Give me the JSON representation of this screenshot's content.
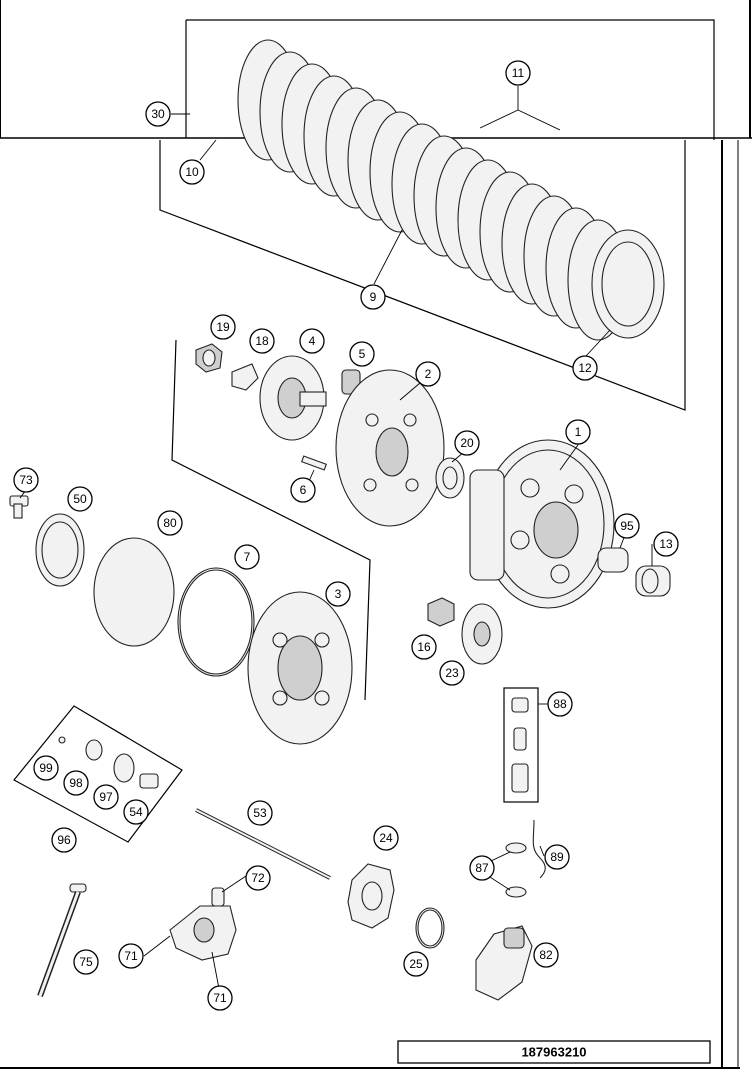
{
  "diagram": {
    "drawing_number": "187963210",
    "callouts": [
      {
        "id": "c30",
        "label": "30"
      },
      {
        "id": "c10",
        "label": "10"
      },
      {
        "id": "c11",
        "label": "11"
      },
      {
        "id": "c9",
        "label": "9"
      },
      {
        "id": "c12",
        "label": "12"
      },
      {
        "id": "c19",
        "label": "19"
      },
      {
        "id": "c18",
        "label": "18"
      },
      {
        "id": "c4",
        "label": "4"
      },
      {
        "id": "c5",
        "label": "5"
      },
      {
        "id": "c2",
        "label": "2"
      },
      {
        "id": "c20",
        "label": "20"
      },
      {
        "id": "c1",
        "label": "1"
      },
      {
        "id": "c6",
        "label": "6"
      },
      {
        "id": "c73",
        "label": "73"
      },
      {
        "id": "c50",
        "label": "50"
      },
      {
        "id": "c80",
        "label": "80"
      },
      {
        "id": "c7",
        "label": "7"
      },
      {
        "id": "c3",
        "label": "3"
      },
      {
        "id": "c95",
        "label": "95"
      },
      {
        "id": "c13",
        "label": "13"
      },
      {
        "id": "c16",
        "label": "16"
      },
      {
        "id": "c23",
        "label": "23"
      },
      {
        "id": "c88",
        "label": "88"
      },
      {
        "id": "c99",
        "label": "99"
      },
      {
        "id": "c98",
        "label": "98"
      },
      {
        "id": "c97",
        "label": "97"
      },
      {
        "id": "c54",
        "label": "54"
      },
      {
        "id": "c96",
        "label": "96"
      },
      {
        "id": "c53",
        "label": "53"
      },
      {
        "id": "c24",
        "label": "24"
      },
      {
        "id": "c87",
        "label": "87"
      },
      {
        "id": "c89",
        "label": "89"
      },
      {
        "id": "c72",
        "label": "72"
      },
      {
        "id": "c71a",
        "label": "71"
      },
      {
        "id": "c71b",
        "label": "71"
      },
      {
        "id": "c75",
        "label": "75"
      },
      {
        "id": "c25",
        "label": "25"
      },
      {
        "id": "c82",
        "label": "82"
      }
    ]
  }
}
